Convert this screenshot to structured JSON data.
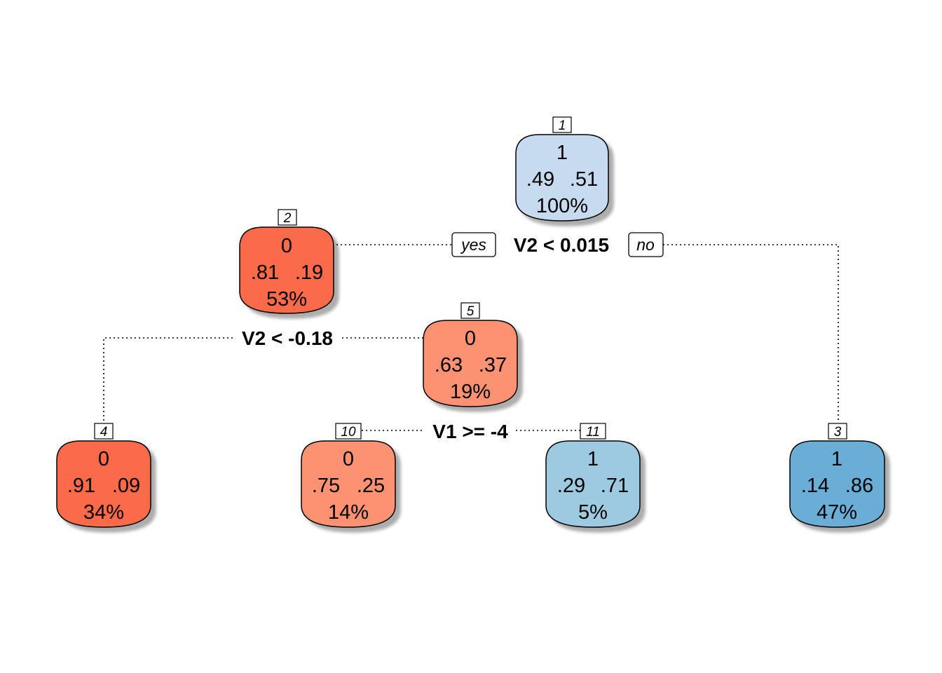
{
  "nodes": [
    {
      "id": "1",
      "class": "1",
      "probs": [
        ".49",
        ".51"
      ],
      "percent": "100%",
      "color": "#c6dbef"
    },
    {
      "id": "2",
      "class": "0",
      "probs": [
        ".81",
        ".19"
      ],
      "percent": "53%",
      "color": "#fb6a4a"
    },
    {
      "id": "3",
      "class": "1",
      "probs": [
        ".14",
        ".86"
      ],
      "percent": "47%",
      "color": "#6baed6"
    },
    {
      "id": "4",
      "class": "0",
      "probs": [
        ".91",
        ".09"
      ],
      "percent": "34%",
      "color": "#fb6a4a"
    },
    {
      "id": "5",
      "class": "0",
      "probs": [
        ".63",
        ".37"
      ],
      "percent": "19%",
      "color": "#fc9272"
    },
    {
      "id": "10",
      "class": "0",
      "probs": [
        ".75",
        ".25"
      ],
      "percent": "14%",
      "color": "#fc9272"
    },
    {
      "id": "11",
      "class": "1",
      "probs": [
        ".29",
        ".71"
      ],
      "percent": "5%",
      "color": "#9ecae1"
    }
  ],
  "splits": [
    {
      "at": "1",
      "label": "V2 < 0.015",
      "yes": "yes",
      "no": "no"
    },
    {
      "at": "2",
      "label": "V2 < -0.18"
    },
    {
      "at": "5",
      "label": "V1 >= -4"
    }
  ]
}
